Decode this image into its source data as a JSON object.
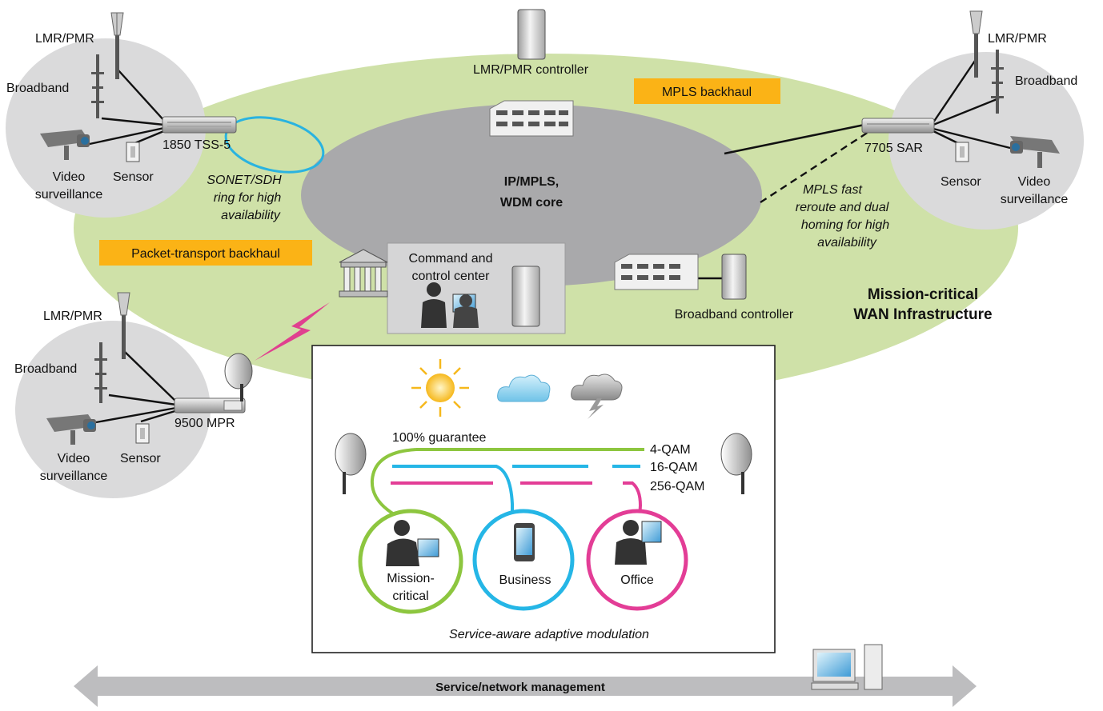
{
  "colors": {
    "wan_green": "#cfe1a8",
    "core_gray": "#a9a9ab",
    "site_gray": "#dadadb",
    "callout_orange": "#fbb316",
    "sonet_blue": "#2ab3e0",
    "green_line": "#8dc63f",
    "cyan_line": "#25b6e6",
    "magenta_line": "#e33d96",
    "lightning": "#e0408f"
  },
  "core": {
    "line1": "IP/MPLS,",
    "line2": "WDM core"
  },
  "wan": {
    "title_line1": "Mission-critical",
    "title_line2": "WAN Infrastructure"
  },
  "callouts": {
    "mpls_backhaul": "MPLS backhaul",
    "packet_backhaul": "Packet-transport backhaul"
  },
  "center": {
    "controller_top": "LMR/PMR controller",
    "broadband_controller": "Broadband controller",
    "command_center_line1": "Command and",
    "command_center_line2": "control center"
  },
  "site_left_top": {
    "lmr": "LMR/PMR",
    "broadband": "Broadband",
    "device": "1850 TSS-5",
    "video_line1": "Video",
    "video_line2": "surveillance",
    "sensor": "Sensor"
  },
  "site_right": {
    "lmr": "LMR/PMR",
    "broadband": "Broadband",
    "device": "7705 SAR",
    "video_line1": "Video",
    "video_line2": "surveillance",
    "sensor": "Sensor"
  },
  "site_left_bottom": {
    "lmr": "LMR/PMR",
    "broadband": "Broadband",
    "device": "9500 MPR",
    "video_line1": "Video",
    "video_line2": "surveillance",
    "sensor": "Sensor"
  },
  "annotations": {
    "sonet_line1": "SONET/SDH",
    "sonet_line2": "ring for high",
    "sonet_line3": "availability",
    "mpls_frr_line1": "MPLS fast",
    "mpls_frr_line2": "reroute and dual",
    "mpls_frr_line3": "homing for high",
    "mpls_frr_line4": "availability"
  },
  "modulation": {
    "guarantee": "100% guarantee",
    "qam4": "4-QAM",
    "qam16": "16-QAM",
    "qam256": "256-QAM",
    "mission_line1": "Mission-",
    "mission_line2": "critical",
    "business": "Business",
    "office": "Office",
    "caption": "Service-aware adaptive modulation"
  },
  "management": {
    "label": "Service/network management"
  }
}
